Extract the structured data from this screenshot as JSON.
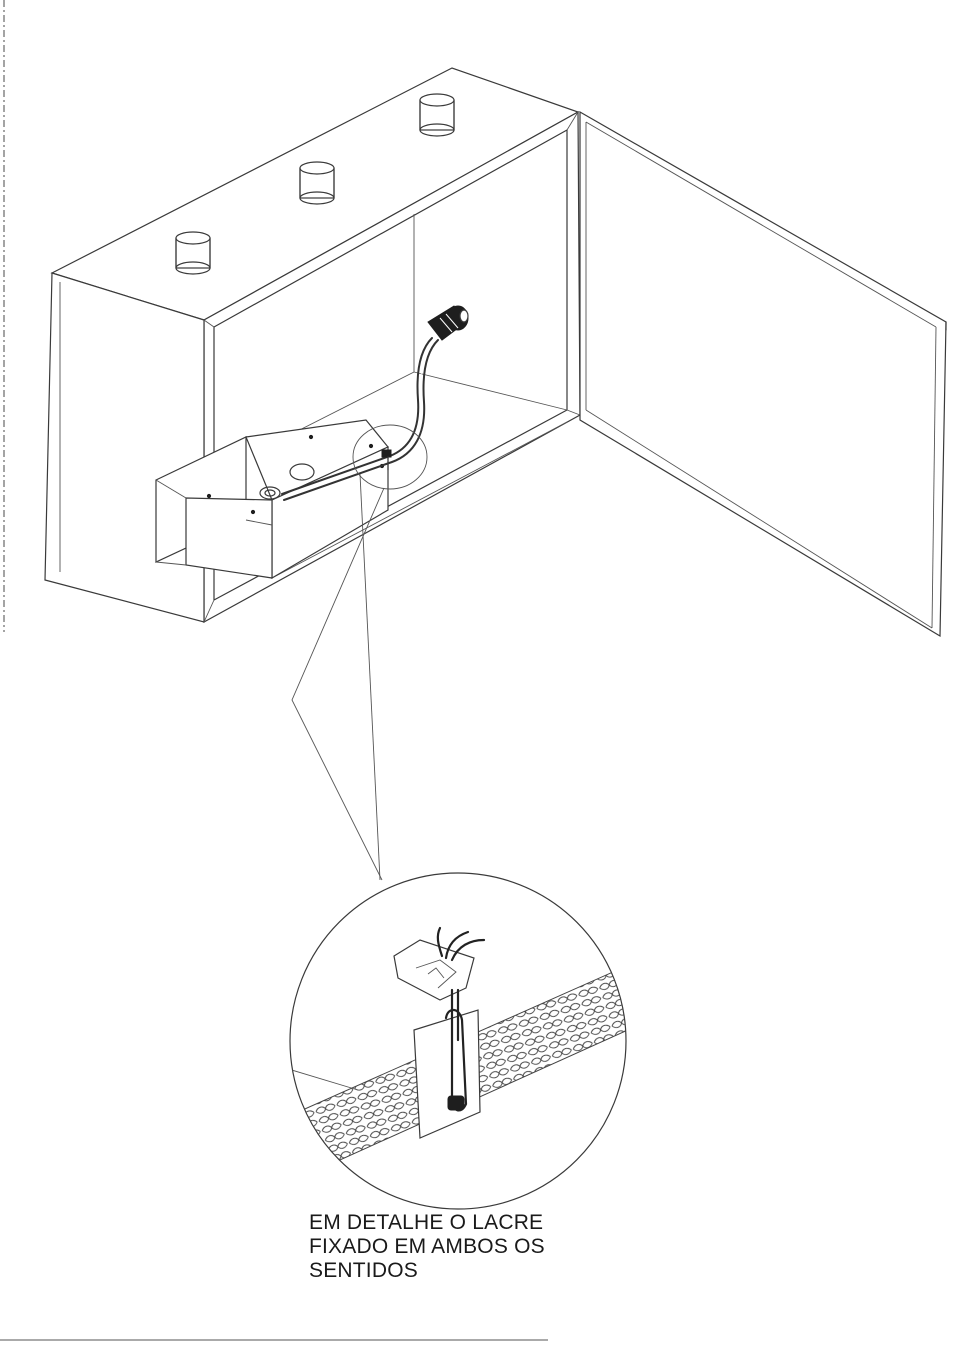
{
  "caption": {
    "line1": "EM DETALHE O LACRE",
    "line2": "FIXADO EM AMBOS OS",
    "line3": "SENTIDOS"
  },
  "colors": {
    "line": "#3a3a3a",
    "background": "#ffffff"
  }
}
